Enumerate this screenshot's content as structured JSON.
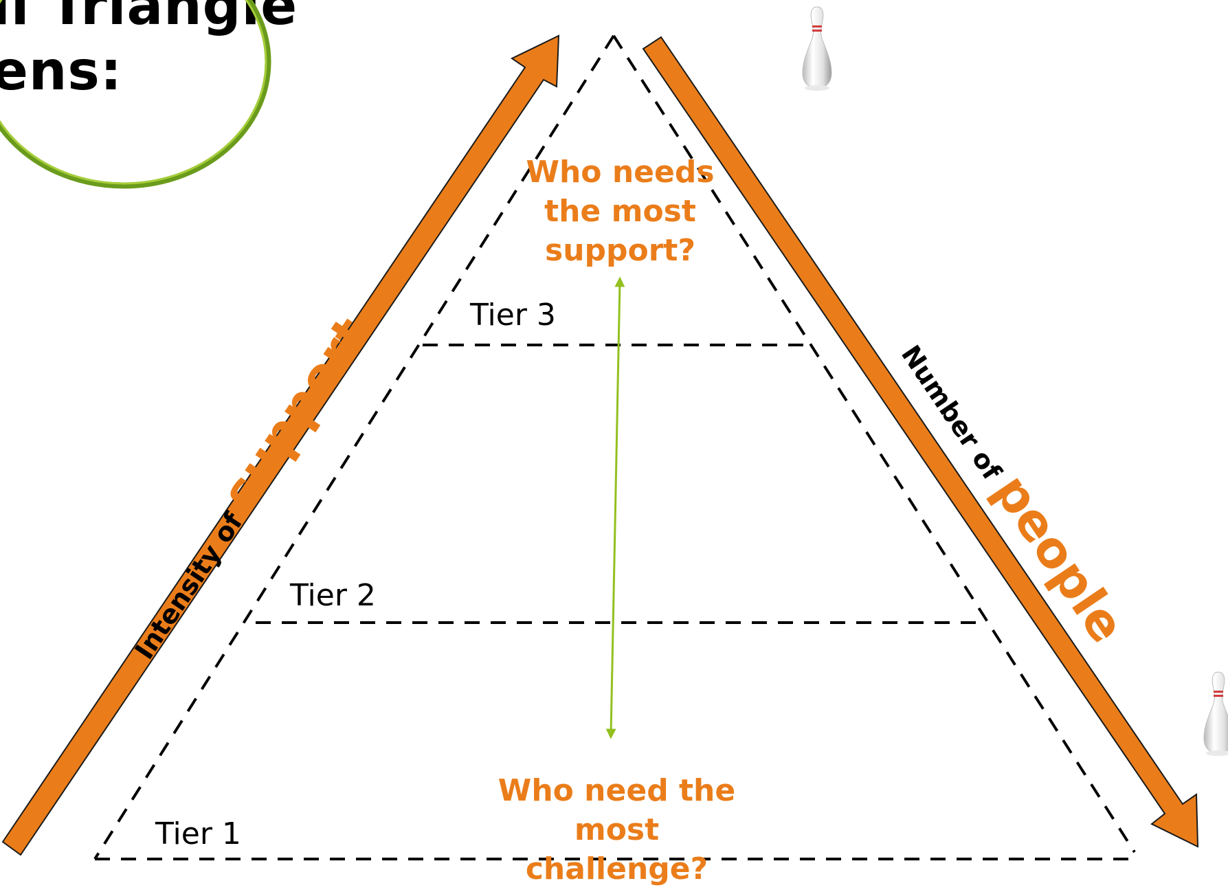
{
  "title": {
    "line1": "ll Triangle",
    "line2": "ens:"
  },
  "colors": {
    "accent": "#EA7D1A",
    "ring": "#6A9B1C",
    "ring_inner": "#A6CE39",
    "link": "#93C01F"
  },
  "questions": {
    "top": "Who needs the most support?",
    "bottom": "Who need the most challenge?"
  },
  "tiers": {
    "tier1": "Tier 1",
    "tier2": "Tier 2",
    "tier3": "Tier 3"
  },
  "left_axis": {
    "prefix": "Intensity of ",
    "keyword": "support"
  },
  "right_axis": {
    "prefix": "Number of ",
    "keyword": "people"
  },
  "icons": [
    "bowling-pin-icon",
    "bowling-pin-icon"
  ]
}
